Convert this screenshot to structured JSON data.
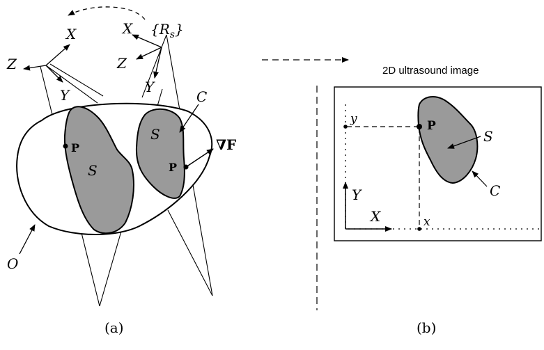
{
  "panel_a": {
    "caption": "(a)",
    "probe_frame_left": {
      "x_label": "X",
      "y_label": "Y",
      "z_label": "Z"
    },
    "probe_frame_right": {
      "x_label": "X",
      "y_label": "Y",
      "z_label": "Z",
      "frame_label": "{R_s}"
    },
    "organ_label": "O",
    "section_label_left": "S",
    "section_label_right": "S",
    "contour_label": "C",
    "point_label_left": "P",
    "point_label_right": "P",
    "gradient_label": "∇F"
  },
  "panel_b": {
    "caption": "(b)",
    "title": "2D ultrasound image",
    "x_axis_label": "X",
    "y_axis_label": "Y",
    "x_coord_label": "x",
    "y_coord_label": "y",
    "point_label": "P",
    "section_label": "S",
    "contour_label": "C"
  },
  "colors": {
    "line": "#000000",
    "section_fill": "#9a9a9a",
    "background": "#ffffff"
  }
}
